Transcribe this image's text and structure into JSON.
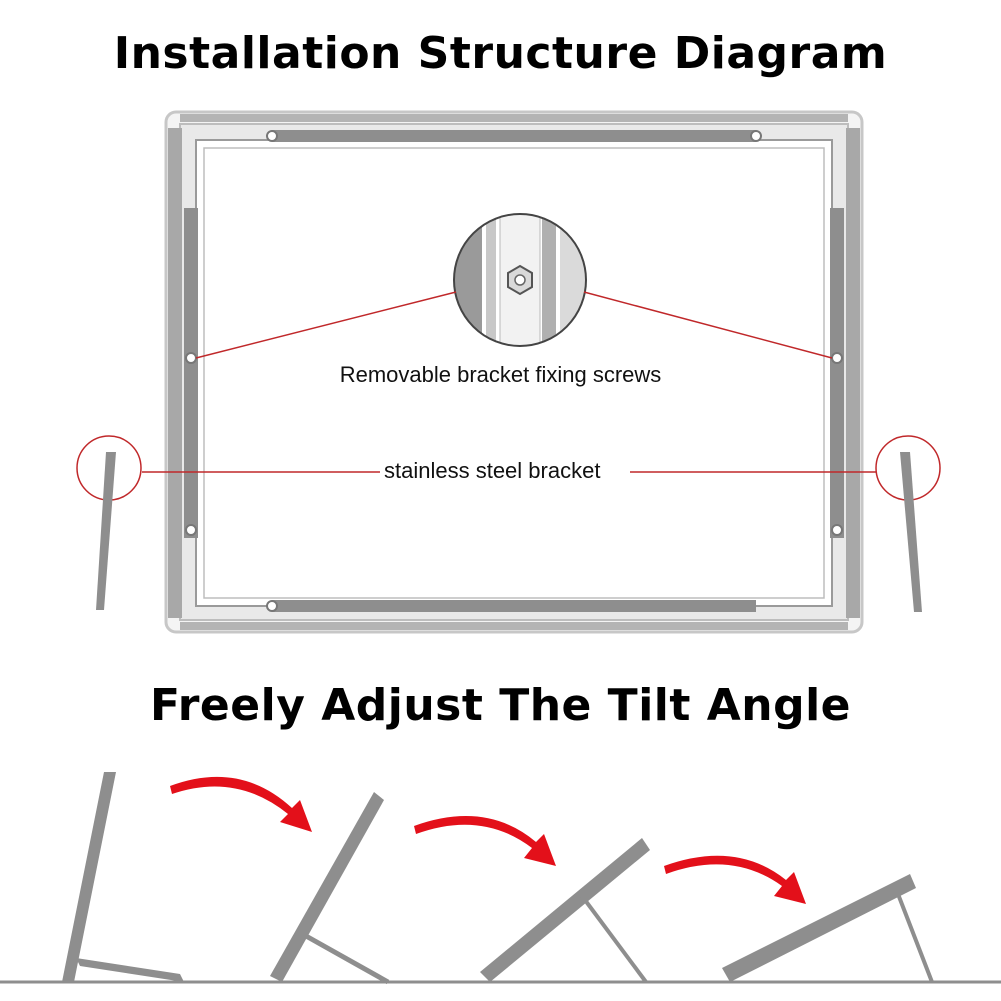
{
  "title_top": "Installation Structure Diagram",
  "title_bottom": "Freely Adjust The Tilt Angle",
  "labels": {
    "screws": "Removable bracket fixing screws",
    "bracket": "stainless steel bracket"
  },
  "colors": {
    "frame": "#a9a9a9",
    "frame_dark": "#8e8e8e",
    "callout_line": "#c0282a",
    "arrow": "#e3101a"
  },
  "icons": [
    "hex-screw-icon",
    "curved-arrow-icon"
  ]
}
